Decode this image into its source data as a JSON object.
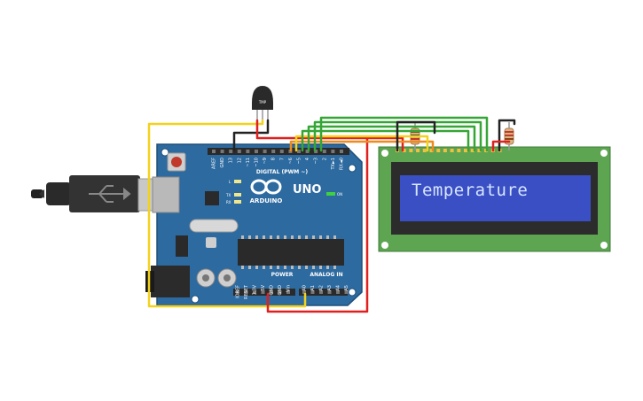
{
  "sensor": {
    "label": "TMP"
  },
  "arduino": {
    "logo_text": "UNO",
    "brand_text": "ARDUINO",
    "digital_label": "DIGITAL (PWM ~)",
    "power_label": "POWER",
    "analog_label": "ANALOG IN",
    "on_label": "ON",
    "l_label": "L",
    "tx_label": "TX",
    "rx_label": "RX",
    "digital_pins": [
      "AREF",
      "GND",
      "13",
      "12",
      "~11",
      "~10",
      "~9",
      "8",
      "7",
      "~6",
      "~5",
      "4",
      "~3",
      "2",
      "TX►1",
      "RX◄0"
    ],
    "power_pins": [
      "IOREF",
      "RESET",
      "3.3V",
      "5V",
      "GND",
      "GND",
      "Vin"
    ],
    "analog_pins": [
      "A0",
      "A1",
      "A2",
      "A3",
      "A4",
      "A5"
    ]
  },
  "lcd": {
    "text": "Temperature"
  },
  "colors": {
    "board": "#2d6aa0",
    "board_dark": "#1f4f7a",
    "lcd_pcb": "#5ea552",
    "lcd_screen": "#3a4fc4",
    "wire_red": "#e0201e",
    "wire_black": "#222222",
    "wire_yellow": "#f2d21c",
    "wire_green": "#35a635",
    "wire_orange": "#f08a1c"
  }
}
